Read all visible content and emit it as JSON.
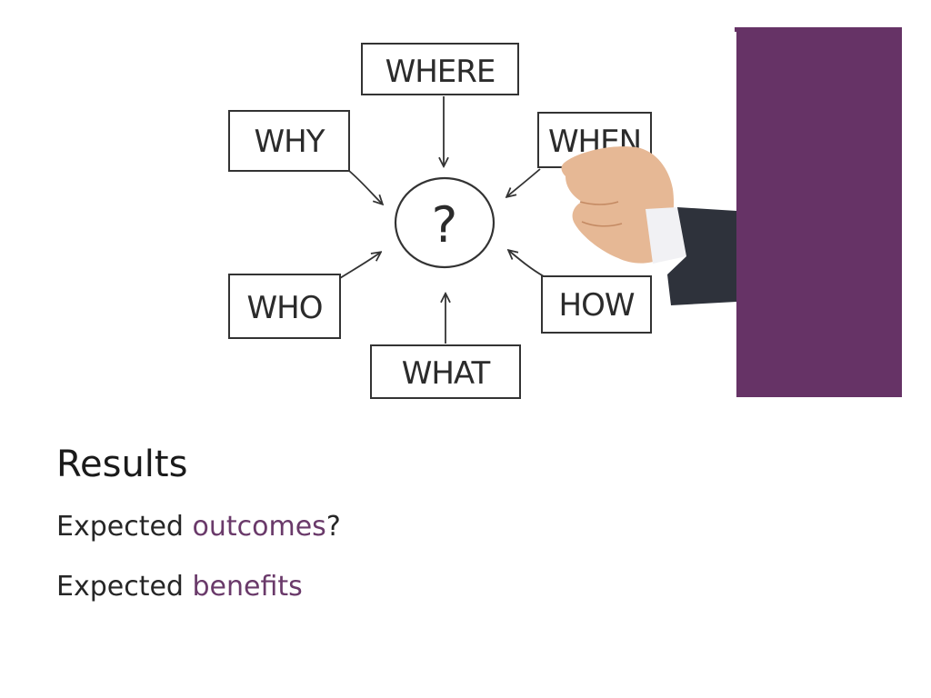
{
  "slide": {
    "title": "Results",
    "bullets": [
      {
        "prefix": "Expected ",
        "highlight": "outcomes",
        "suffix": "?"
      },
      {
        "prefix": "Expected ",
        "highlight": "benefits",
        "suffix": ""
      }
    ]
  },
  "diagram": {
    "center": "?",
    "labels": {
      "where": "WHERE",
      "why": "WHY",
      "when": "WHEN",
      "who": "WHO",
      "how": "HOW",
      "what": "WHAT"
    }
  },
  "colors": {
    "accent": "#663366",
    "highlight_text": "#6a3a6a",
    "body_text": "#262626",
    "background": "#ffffff"
  }
}
